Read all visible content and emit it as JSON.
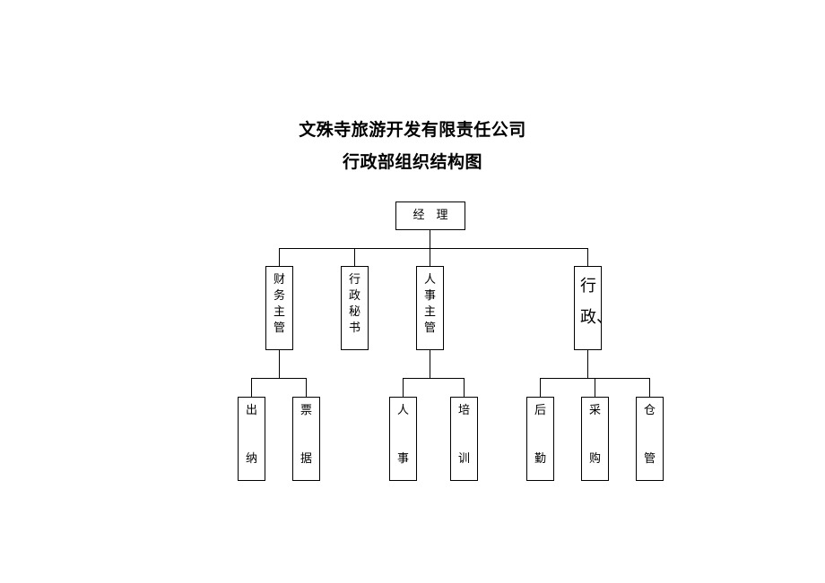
{
  "title": {
    "line1": "文殊寺旅游开发有限责任公司",
    "line2": "行政部组织结构图"
  },
  "nodes": {
    "manager": "经　理",
    "finance_supervisor": "财务主管",
    "admin_secretary": "行政秘书",
    "hr_supervisor": "人事主管",
    "admin_partial": "行政、",
    "cashier": [
      "出",
      "纳"
    ],
    "bills": [
      "票",
      "据"
    ],
    "personnel": [
      "人",
      "事"
    ],
    "training": [
      "培",
      "训"
    ],
    "logistics": [
      "后",
      "勤"
    ],
    "purchasing": [
      "采",
      "购"
    ],
    "warehouse": [
      "仓",
      "管"
    ]
  }
}
